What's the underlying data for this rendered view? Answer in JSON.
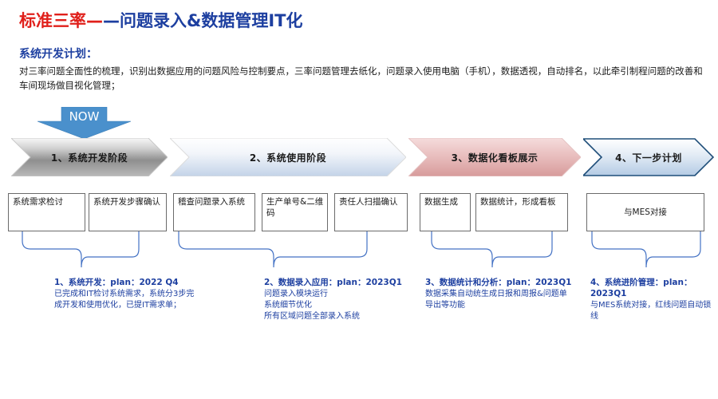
{
  "header": {
    "title_red": "标准三率—",
    "title_blue": "—问题录入&数据管理IT化",
    "subtitle": "系统开发计划：",
    "body": "对三率问题全面性的梳理，识别出数据应用的问题风险与控制要点，三率问题管理去纸化，问题录入使用电脑（手机），数据透视，自动排名，以此牵引制程问题的改善和车间现场做目视化管理；"
  },
  "now_marker": {
    "label": "NOW",
    "color": "#4a90cc"
  },
  "stages": [
    {
      "label": "1、系统开发阶段",
      "fill_from": "#f2f2f2",
      "fill_to": "#8c8c8c",
      "stroke": "#bfbfbf"
    },
    {
      "label": "2、系统使用阶段",
      "fill_from": "#ffffff",
      "fill_to": "#c5d4e8",
      "stroke": "#d8d8d8"
    },
    {
      "label": "3、数据化看板展示",
      "fill_from": "#f0d2d2",
      "fill_to": "#d99d9d",
      "stroke": "#e3bcbc"
    },
    {
      "label": "4、下一步计划",
      "fill_from": "#ffffff",
      "fill_to": "#b8cfe8",
      "stroke": "#1f4e79"
    }
  ],
  "boxes": [
    {
      "text": "系统需求检讨"
    },
    {
      "text": "系统开发步骤确认"
    },
    {
      "text": "稽查问题录入系统"
    },
    {
      "text": "生产单号&二维码"
    },
    {
      "text": "责任人扫描确认"
    },
    {
      "text": "数据生成"
    },
    {
      "text": "数据统计，形成看板"
    },
    {
      "text": "与MES对接"
    }
  ],
  "notes": [
    {
      "heading": "1、系统开发：plan：2022 Q4",
      "lines": [
        "已完成和IT检讨系统需求，系统分3步完",
        "成开发和使用优化，已提IT需求单；"
      ]
    },
    {
      "heading": "2、数据录入应用：plan：2023Q1",
      "lines": [
        "问题录入模块运行",
        "系统细节优化",
        "所有区域问题全部录入系统"
      ]
    },
    {
      "heading": "3、数据统计和分析：plan：2023Q1",
      "lines": [
        "数据采集自动统生成日报和周报&问题单",
        "导出等功能"
      ]
    },
    {
      "heading": "4、系统进阶管理：plan：2023Q1",
      "lines": [
        "与MES系统对接，红线问题自动锁",
        "线"
      ]
    }
  ],
  "colors": {
    "title_red": "#e0201b",
    "title_blue": "#1d3fa0",
    "note_blue": "#1d3fa0",
    "brace_blue": "#4472c4",
    "box_border": "#6b6b6b"
  }
}
